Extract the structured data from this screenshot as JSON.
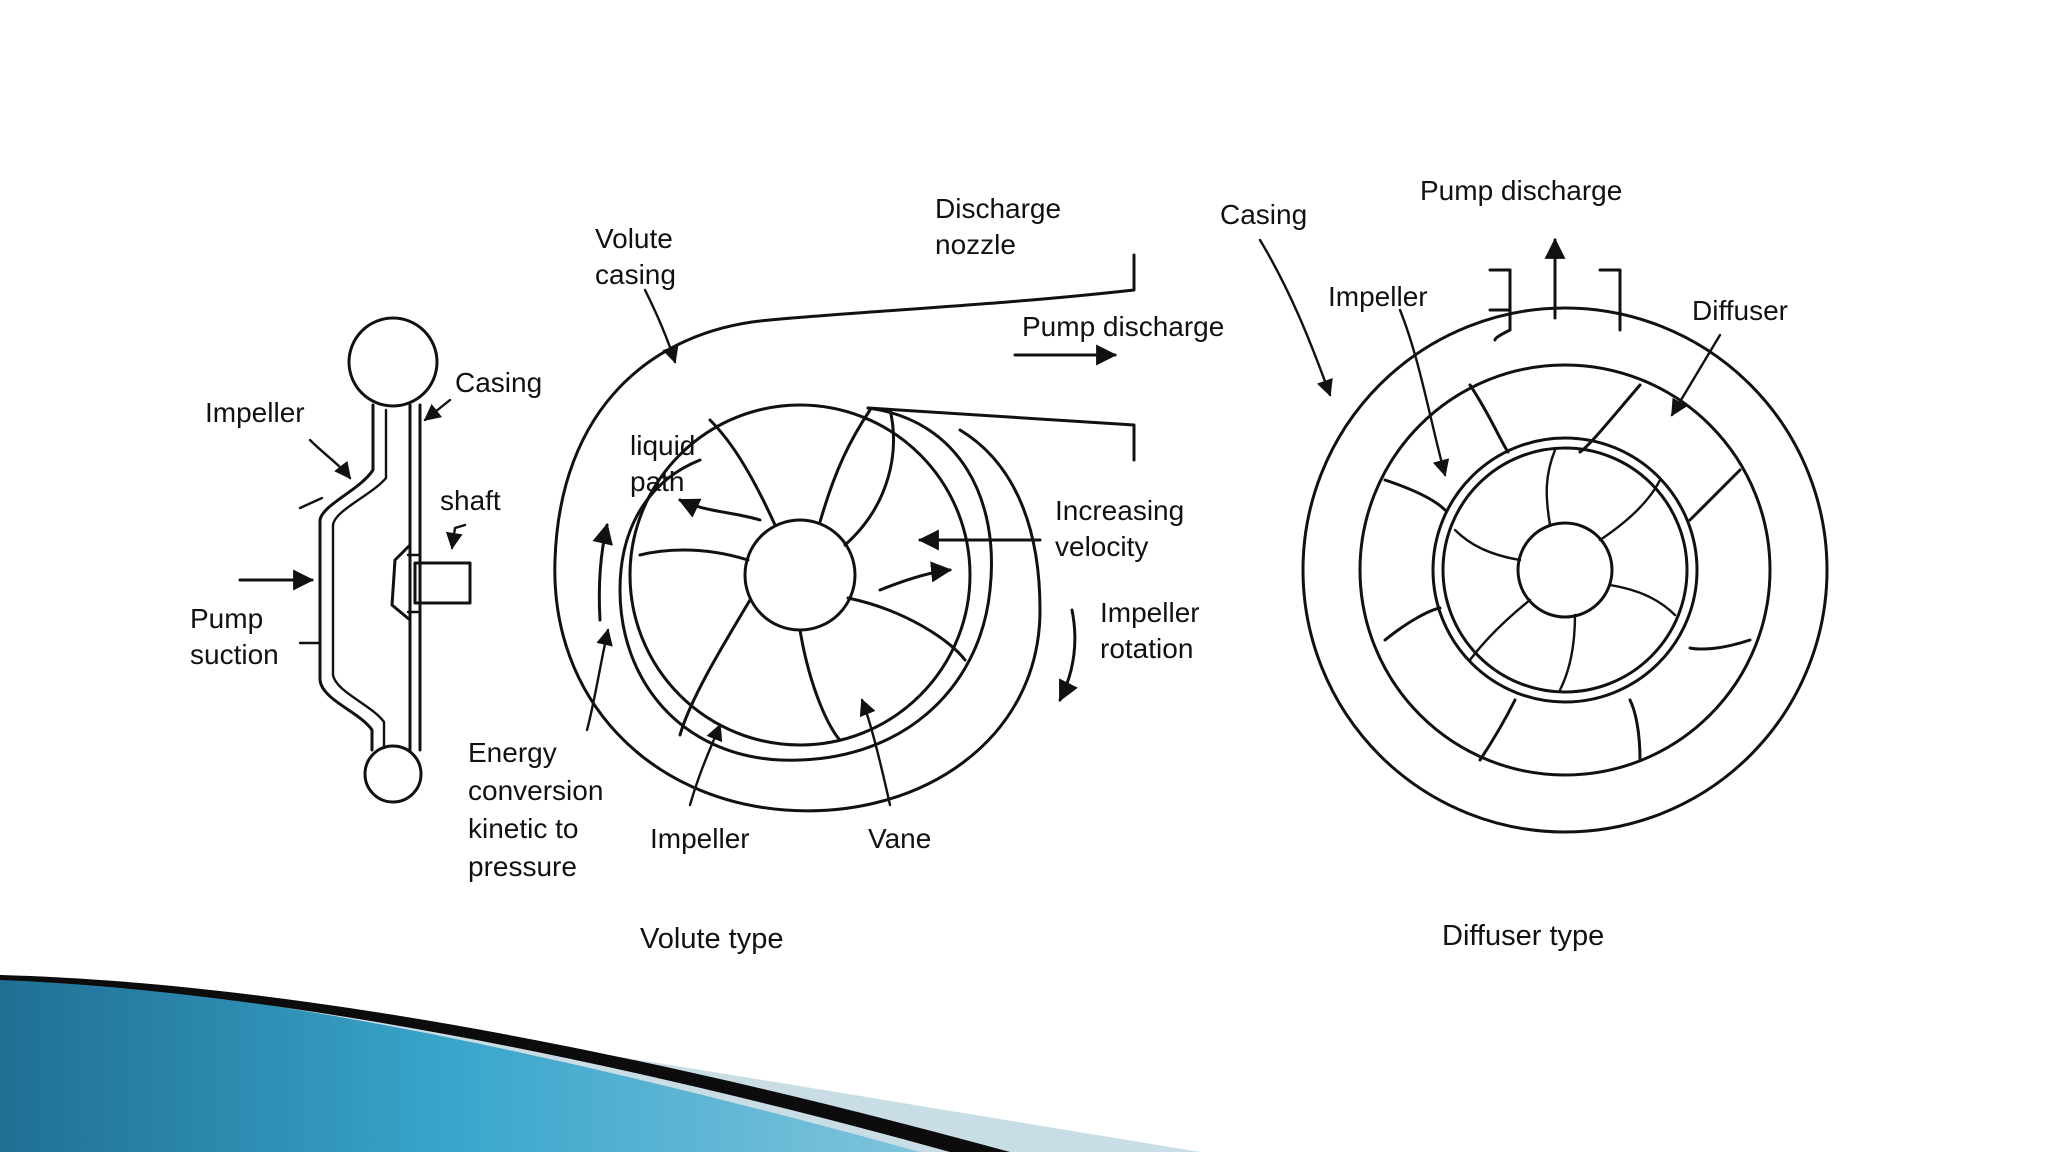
{
  "colors": {
    "line": "#111111",
    "background": "#ffffff",
    "swoosh_dark": "#0c0c0c",
    "swoosh_blue": "#2a8fb5",
    "swoosh_light": "#c9dde6"
  },
  "side_view": {
    "impeller": "Impeller",
    "casing": "Casing",
    "shaft": "shaft",
    "pump_suction": [
      "Pump",
      "suction"
    ]
  },
  "volute": {
    "volute_casing": [
      "Volute",
      "casing"
    ],
    "discharge_nozzle": [
      "Discharge",
      "nozzle"
    ],
    "pump_discharge": "Pump discharge",
    "liquid_path": [
      "liquid",
      "path"
    ],
    "increasing_velocity": [
      "Increasing",
      "velocity"
    ],
    "impeller_rotation": [
      "Impeller",
      "rotation"
    ],
    "energy_conversion": [
      "Energy",
      "conversion",
      "kinetic to",
      "pressure"
    ],
    "impeller": "Impeller",
    "vane": "Vane",
    "caption": "Volute type"
  },
  "diffuser": {
    "pump_discharge": "Pump discharge",
    "casing": "Casing",
    "impeller": "Impeller",
    "diffuser": "Diffuser",
    "caption": "Diffuser type"
  }
}
